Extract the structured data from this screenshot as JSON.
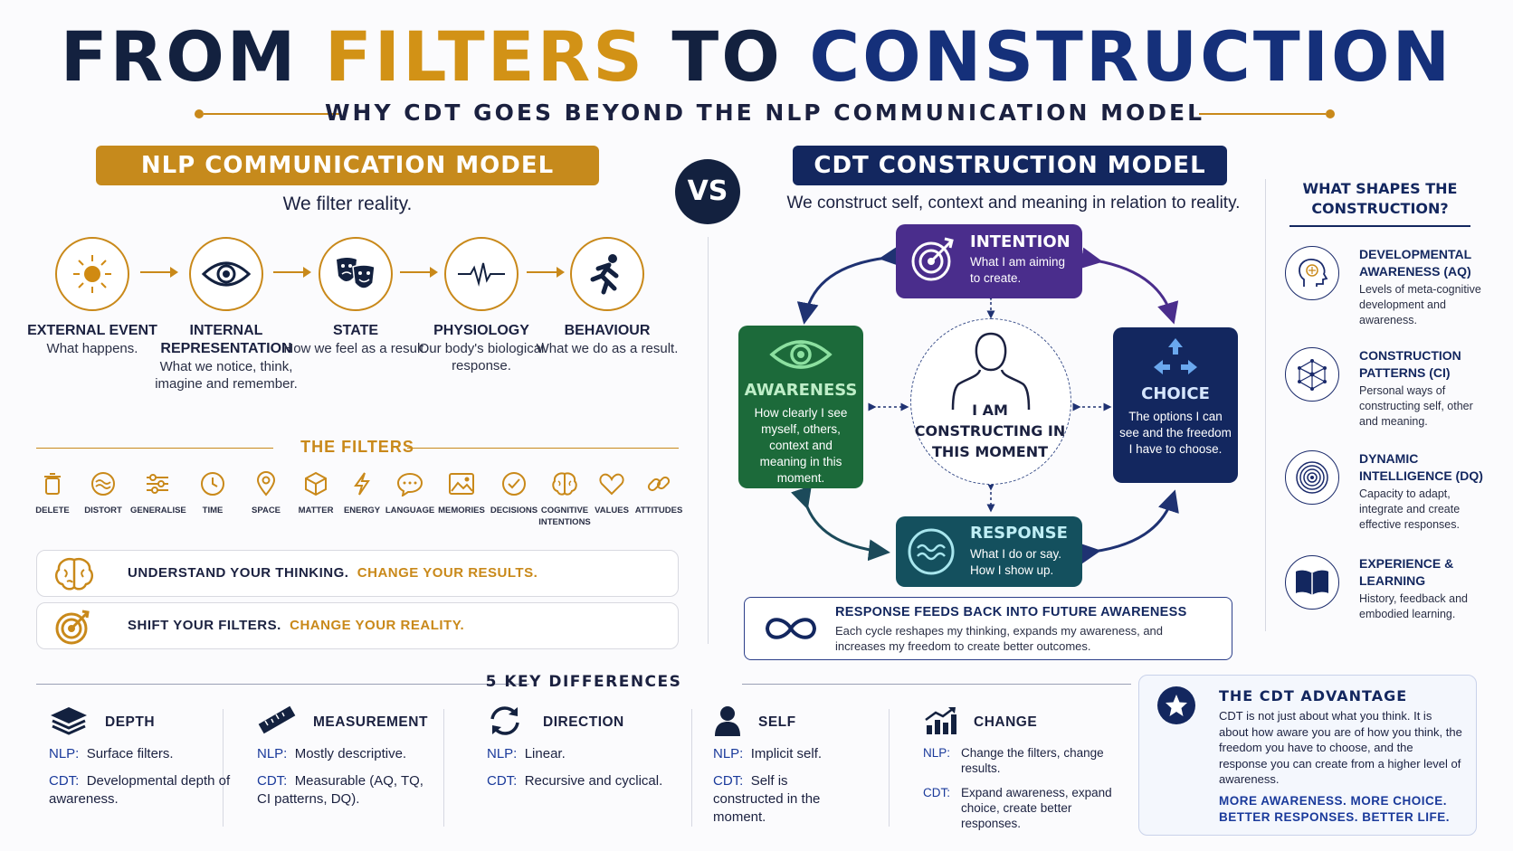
{
  "title": {
    "part1": "FROM ",
    "part2": "FILTERS",
    "part3": " TO ",
    "part4": "CONSTRUCTION"
  },
  "subtitle": "WHY CDT GOES BEYOND THE NLP COMMUNICATION MODEL",
  "vs": "VS",
  "nlp": {
    "banner": "NLP COMMUNICATION MODEL",
    "tagline": "We filter reality.",
    "steps": [
      {
        "name": "EXTERNAL EVENT",
        "desc": "What happens.",
        "icon": "sun-icon"
      },
      {
        "name": "INTERNAL REPRESENTATION",
        "desc": "What we notice, think, imagine and remember.",
        "icon": "eye-icon"
      },
      {
        "name": "STATE",
        "desc": "How we feel as a result.",
        "icon": "theatre-masks-icon"
      },
      {
        "name": "PHYSIOLOGY",
        "desc": "Our body's biological response.",
        "icon": "heartbeat-icon"
      },
      {
        "name": "BEHAVIOUR",
        "desc": "What we do as a result.",
        "icon": "running-person-icon"
      }
    ],
    "filters_title": "THE FILTERS",
    "filters": [
      "DELETE",
      "DISTORT",
      "GENERALISE",
      "TIME",
      "SPACE",
      "MATTER",
      "ENERGY",
      "LANGUAGE",
      "MEMORIES",
      "DECISIONS",
      "COGNITIVE INTENTIONS",
      "VALUES",
      "ATTITUDES"
    ],
    "callouts": [
      {
        "lead": "UNDERSTAND YOUR THINKING.",
        "accent": "CHANGE YOUR RESULTS.",
        "icon": "brain-icon"
      },
      {
        "lead": "SHIFT YOUR FILTERS.",
        "accent": "CHANGE YOUR REALITY.",
        "icon": "target-icon"
      }
    ]
  },
  "cdt": {
    "banner": "CDT CONSTRUCTION MODEL",
    "tagline": "We construct self, context and meaning in relation to reality.",
    "intention": {
      "title": "INTENTION",
      "desc": "What I am aiming to create."
    },
    "awareness": {
      "title": "AWARENESS",
      "desc": "How clearly I see myself, others, context and meaning in this moment."
    },
    "choice": {
      "title": "CHOICE",
      "desc": "The options I can see and the freedom I have to choose."
    },
    "response": {
      "title": "RESPONSE",
      "desc": "What I do or say. How I show up."
    },
    "center": "I AM CONSTRUCTING IN THIS MOMENT",
    "feedback": {
      "title": "RESPONSE FEEDS BACK INTO FUTURE AWARENESS",
      "desc": "Each cycle reshapes my thinking, expands my awareness, and increases my freedom to create better outcomes."
    }
  },
  "shapes": {
    "title": "WHAT SHAPES THE CONSTRUCTION?",
    "items": [
      {
        "title": "DEVELOPMENTAL AWARENESS (AQ)",
        "desc": "Levels of meta-cognitive development and awareness.",
        "icon": "head-brain-icon"
      },
      {
        "title": "CONSTRUCTION PATTERNS (CI)",
        "desc": "Personal ways of constructing self, other and meaning.",
        "icon": "network-icon"
      },
      {
        "title": "DYNAMIC INTELLIGENCE (DQ)",
        "desc": "Capacity to adapt, integrate and create effective responses.",
        "icon": "spiral-icon"
      },
      {
        "title": "EXPERIENCE & LEARNING",
        "desc": "History, feedback and embodied learning.",
        "icon": "book-icon"
      }
    ]
  },
  "key_differences": {
    "title": "5 KEY DIFFERENCES",
    "items": [
      {
        "title": "DEPTH",
        "nlp_label": "NLP:",
        "nlp": "Surface filters.",
        "cdt_label": "CDT:",
        "cdt": "Developmental depth of awareness.",
        "icon": "layers-icon"
      },
      {
        "title": "MEASUREMENT",
        "nlp_label": "NLP:",
        "nlp": "Mostly descriptive.",
        "cdt_label": "CDT:",
        "cdt": "Measurable (AQ, TQ, CI patterns, DQ).",
        "icon": "ruler-icon"
      },
      {
        "title": "DIRECTION",
        "nlp_label": "NLP:",
        "nlp": "Linear.",
        "cdt_label": "CDT:",
        "cdt": "Recursive and cyclical.",
        "icon": "cycle-arrows-icon"
      },
      {
        "title": "SELF",
        "nlp_label": "NLP:",
        "nlp": "Implicit self.",
        "cdt_label": "CDT:",
        "cdt": "Self is constructed in the moment.",
        "icon": "person-icon"
      },
      {
        "title": "CHANGE",
        "nlp_label": "NLP:",
        "nlp": "Change the filters, change results.",
        "cdt_label": "CDT:",
        "cdt": "Expand awareness, expand choice, create better responses.",
        "icon": "growth-chart-icon"
      }
    ]
  },
  "advantage": {
    "title": "THE CDT ADVANTAGE",
    "desc": "CDT is not just about what you think. It is about how aware you are of how you think, the freedom you have to choose, and the response you can create from a higher level of awareness.",
    "motto": "MORE AWARENESS.  MORE CHOICE.  BETTER RESPONSES.  BETTER LIFE."
  },
  "colors": {
    "navy": "#13275f",
    "gold": "#c68a1c",
    "purple": "#4a2d8c",
    "green": "#1c6a3a",
    "teal": "#14505e"
  }
}
